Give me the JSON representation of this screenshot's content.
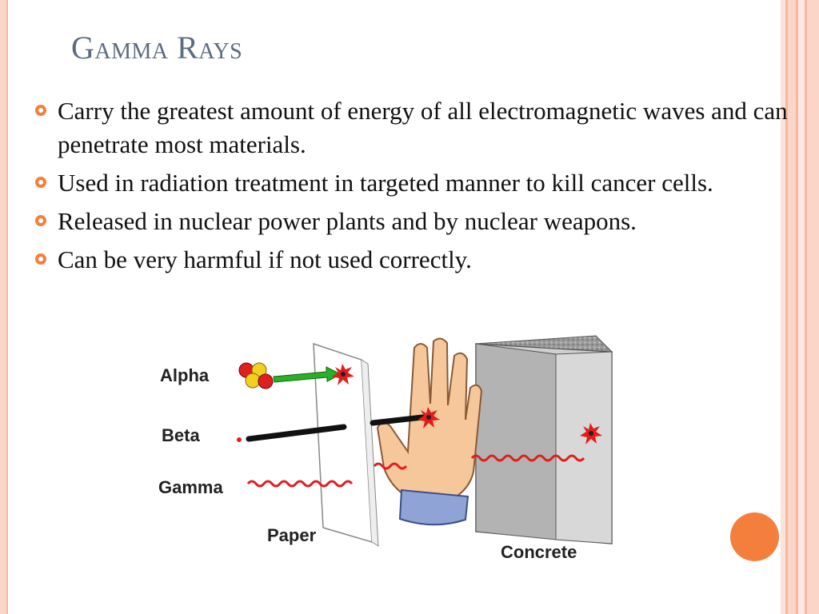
{
  "slide": {
    "title": "Gamma Rays",
    "bullets": [
      "Carry the greatest amount of energy of all electromagnetic waves and can penetrate most materials.",
      "Used in radiation treatment in targeted manner to kill cancer cells.",
      "Released in nuclear power plants and by nuclear weapons.",
      "Can be very harmful if not used correctly."
    ]
  },
  "diagram": {
    "labels": {
      "alpha": "Alpha",
      "beta": "Beta",
      "gamma": "Gamma",
      "paper": "Paper",
      "concrete": "Concrete"
    }
  },
  "colors": {
    "accent": "#f47f3c",
    "title": "#5c6b80",
    "sidebar": "#fbd5c8"
  }
}
